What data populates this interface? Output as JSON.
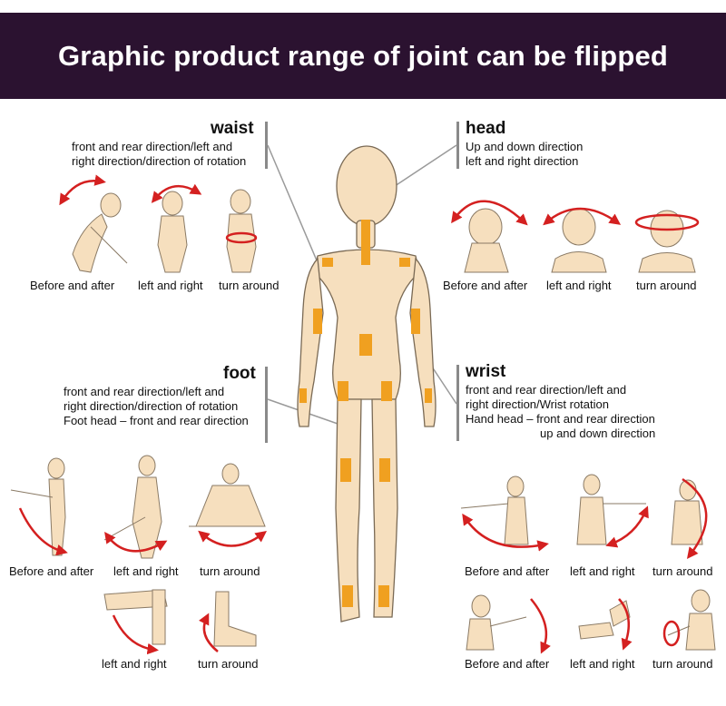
{
  "title": "Graphic product range of joint can be flipped",
  "sections": {
    "waist": {
      "name": "waist",
      "desc": [
        "front and rear direction/left and",
        "right direction/direction of rotation"
      ],
      "captions": [
        "Before and after",
        "left and right",
        "turn around"
      ]
    },
    "head": {
      "name": "head",
      "desc": [
        "Up and down direction",
        "left and right direction"
      ],
      "captions": [
        "Before and after",
        "left and right",
        "turn around"
      ]
    },
    "foot": {
      "name": "foot",
      "desc": [
        "front and rear direction/left and",
        "right direction/direction of rotation",
        "Foot head – front and rear direction"
      ],
      "captions": [
        "Before and after",
        "left and right",
        "turn around"
      ],
      "captions2": [
        "left and right",
        "turn around"
      ]
    },
    "wrist": {
      "name": "wrist",
      "desc": [
        "front and rear direction/left and",
        "right direction/Wrist rotation",
        "Hand head – front and rear direction",
        "up and down direction"
      ],
      "captions": [
        "Before and after",
        "left and right",
        "turn around"
      ],
      "captions2": [
        "Before and after",
        "left and right",
        "turn around"
      ]
    }
  },
  "colors": {
    "banner": "#2b1230",
    "skin": "#f6dfbe",
    "joint": "#f0a020",
    "arrow": "#d42020"
  }
}
